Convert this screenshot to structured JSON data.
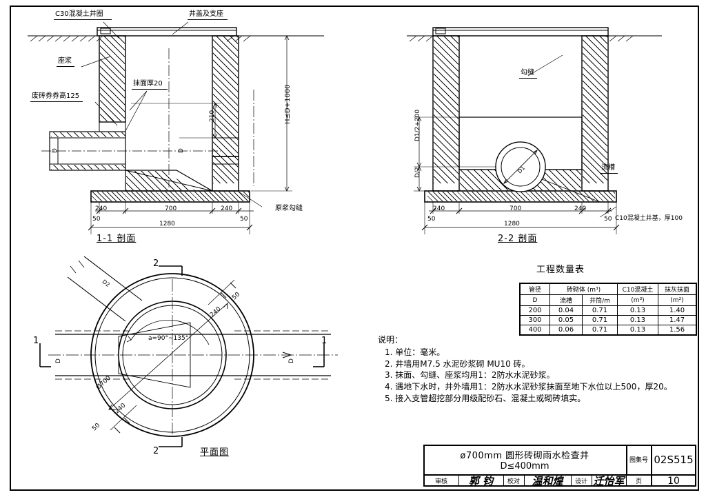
{
  "sheet": {
    "drawing_number_label": "图集号",
    "drawing_number": "02S515",
    "page_label": "页",
    "page_number": "10",
    "title_line1": "ø700mm 圆形砖砌雨水检查井",
    "title_line2": "D≤400mm",
    "approve_label": "审核",
    "approve_name": "郭 钧",
    "check_label": "校对",
    "check_name": "温和煌",
    "design_label": "设计",
    "design_name": "迁怡军"
  },
  "section11": {
    "caption": "1-1 剖面",
    "labels": {
      "well_ring": "C30混凝土井圈",
      "cover_seat": "井盖及支座",
      "bedding_mortar": "座浆",
      "plaster": "抹面厚20",
      "brick_arch": "废砖券券高125",
      "joint_pointing": "原浆勾缝"
    },
    "dims": {
      "height": "H≤D+1000",
      "v210": "210",
      "d240_left": "240",
      "d700": "700",
      "d240_right": "240",
      "d50_left": "50",
      "d50_right": "50",
      "total": "1280",
      "pipe_d": "D"
    }
  },
  "section22": {
    "caption": "2-2 剖面",
    "labels": {
      "pointing": "勾缝",
      "flow_channel": "流槽",
      "base": "C10混凝土井基，厚100"
    },
    "dims": {
      "upper": "D1/2+200",
      "lower": "D/2",
      "pipe_d1": "D1",
      "d240_left": "240",
      "d700": "700",
      "d240_right": "240",
      "d50_left": "50",
      "d50_right": "50",
      "total": "1280"
    }
  },
  "plan": {
    "caption": "平面图",
    "marks": {
      "sec1_top": "1",
      "sec1_bottom": "1",
      "sec2_top": "2",
      "sec2_bottom": "2"
    },
    "dims": {
      "angle": "a=90°~135°",
      "diameter": "Ø700",
      "d240_top": "240",
      "d50_top": "50",
      "d240_bottom": "240",
      "d50_bottom": "50",
      "branch_pipe": "D2",
      "main_pipe": "D"
    }
  },
  "table": {
    "title": "工程数量表",
    "headers": {
      "pipe_dia_1": "管径",
      "pipe_dia_2": "D",
      "brick_group": "砖砌体 (m³)",
      "flow_channel": "流槽",
      "well_wall": "井筒/m",
      "concrete_1": "C10混凝土",
      "concrete_2": "(m³)",
      "plaster_1": "抹灰抹面",
      "plaster_2": "(m²)"
    },
    "rows": [
      {
        "d": "200",
        "flow": "0.04",
        "wall": "0.71",
        "conc": "0.13",
        "plaster": "1.40"
      },
      {
        "d": "300",
        "flow": "0.05",
        "wall": "0.71",
        "conc": "0.13",
        "plaster": "1.47"
      },
      {
        "d": "400",
        "flow": "0.06",
        "wall": "0.71",
        "conc": "0.13",
        "plaster": "1.56"
      }
    ]
  },
  "notes": {
    "title": "说明：",
    "items": [
      "1. 单位：毫米。",
      "2. 井墙用M7.5 水泥砂浆砌 MU10 砖。",
      "3. 抹面、勾缝、座浆均用1：2防水水泥砂浆。",
      "4. 遇地下水时，井外墙用1：2防水水泥砂浆抹面至地下水位以上500，厚20。",
      "5. 接入支管超挖部分用级配砂石、混凝土或砌砖填实。"
    ]
  }
}
